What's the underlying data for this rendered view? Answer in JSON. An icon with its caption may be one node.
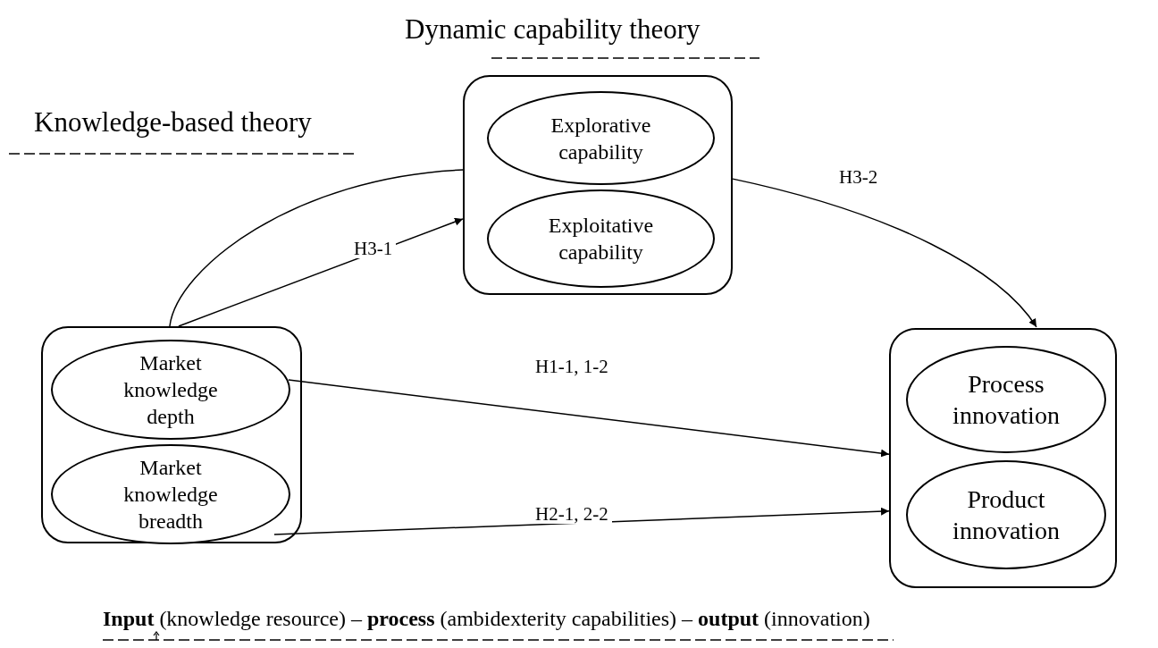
{
  "diagram": {
    "caption": "**Input** (knowledge resource) – **process** (ambidexterity capabilities) – **output** (innovation)",
    "nodes": [
      {
        "text": [],
        "shape": "box"
      },
      {
        "text": [
          "Market knowledge depth"
        ],
        "in": 0
      },
      {
        "text": [
          "Market knowledge breadth"
        ],
        "in": 0
      },
      {
        "text": [],
        "shape": "box"
      },
      {
        "text": [
          "Explorative capability"
        ],
        "in": 3
      },
      {
        "text": [
          "Exploitative capability"
        ],
        "in": 3
      },
      {
        "text": [],
        "shape": "box"
      },
      {
        "text": [
          "Process innovation"
        ],
        "in": 6
      },
      {
        "text": [
          "Product innovation"
        ],
        "in": 6
      }
    ],
    "edges": [
      {
        "from": 0,
        "to": 3,
        "arrow": "none"
      },
      {
        "from": 0,
        "to": 3,
        "label": "H3-1",
        "arrow": "to"
      },
      {
        "from": 3,
        "to": 6,
        "label": "H3-2",
        "arrow": "to"
      },
      {
        "from": 1,
        "to": 6,
        "label": "H1-1, 1-2",
        "arrow": "to"
      },
      {
        "from": 2,
        "to": 6,
        "label": "H2-1, 2-2",
        "arrow": "to"
      }
    ],
    "labels": [
      "Dynamic capability theory",
      "Knowledge-based theory"
    ]
  }
}
